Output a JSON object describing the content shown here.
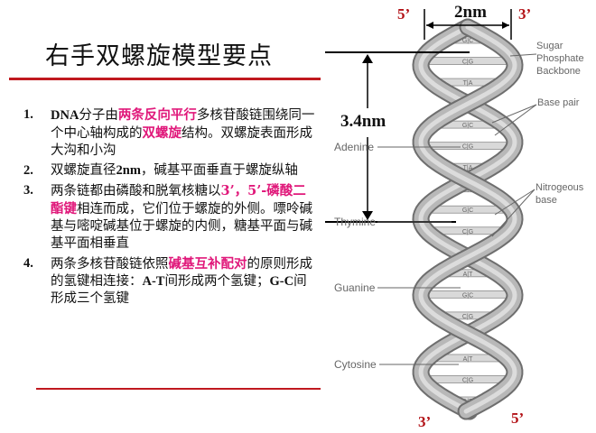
{
  "title": "右手双螺旋模型要点",
  "items": [
    {
      "num": "1.",
      "parts": [
        {
          "t": "DNA",
          "cls": "b"
        },
        {
          "t": "分子由"
        },
        {
          "t": "两条反向平行",
          "cls": "hl"
        },
        {
          "t": "多核苷酸链围绕同一个中心轴构成的"
        },
        {
          "t": "双螺旋",
          "cls": "hl"
        },
        {
          "t": "结构。双螺旋表面形成大沟和小沟"
        }
      ]
    },
    {
      "num": "2.",
      "parts": [
        {
          "t": "双螺旋直径"
        },
        {
          "t": "2nm",
          "cls": "b"
        },
        {
          "t": "，碱基平面垂直于螺旋纵轴"
        }
      ]
    },
    {
      "num": "3.",
      "parts": [
        {
          "t": "两条链都由磷酸和脱氧核糖以"
        },
        {
          "t": "3’，5’-磷酸二酯键",
          "cls": "hl"
        },
        {
          "t": "相连而成，它们位于螺旋的外侧。嘌呤碱基与嘧啶碱基位于螺旋的内侧，糖基平面与碱基平面相垂直"
        }
      ]
    },
    {
      "num": "4.",
      "parts": [
        {
          "t": "两条多核苷酸链依照"
        },
        {
          "t": "碱基互补配对",
          "cls": "hl"
        },
        {
          "t": "的原则形成的氢键相连接："
        },
        {
          "t": "A-T",
          "cls": "b"
        },
        {
          "t": "间形成两个氢键；"
        },
        {
          "t": "G-C",
          "cls": "b"
        },
        {
          "t": "间形成三个氢键"
        }
      ]
    }
  ],
  "diagram": {
    "top_left_end": "5’",
    "top_right_end": "3’",
    "bottom_left_end": "3’",
    "bottom_right_end": "5’",
    "diameter": "2nm",
    "pitch": "3.4nm",
    "labels": {
      "sugar": "Sugar",
      "phosphate": "Phosphate",
      "backbone": "Backbone",
      "base_pair": "Base pair",
      "nitrogeous": "Nitrogeous",
      "base": "base",
      "adenine": "Adenine",
      "thymine": "Thymine",
      "guanine": "Guanine",
      "cytosine": "Cytosine"
    },
    "pairs": [
      "G|C",
      "C|G",
      "T|A",
      "A|T",
      "G|C",
      "C|G",
      "T|A",
      "A|T",
      "G|C",
      "C|G",
      "T|A",
      "A|T",
      "G|C",
      "C|G",
      "T|A",
      "A|T",
      "C|G",
      "A|T"
    ]
  }
}
